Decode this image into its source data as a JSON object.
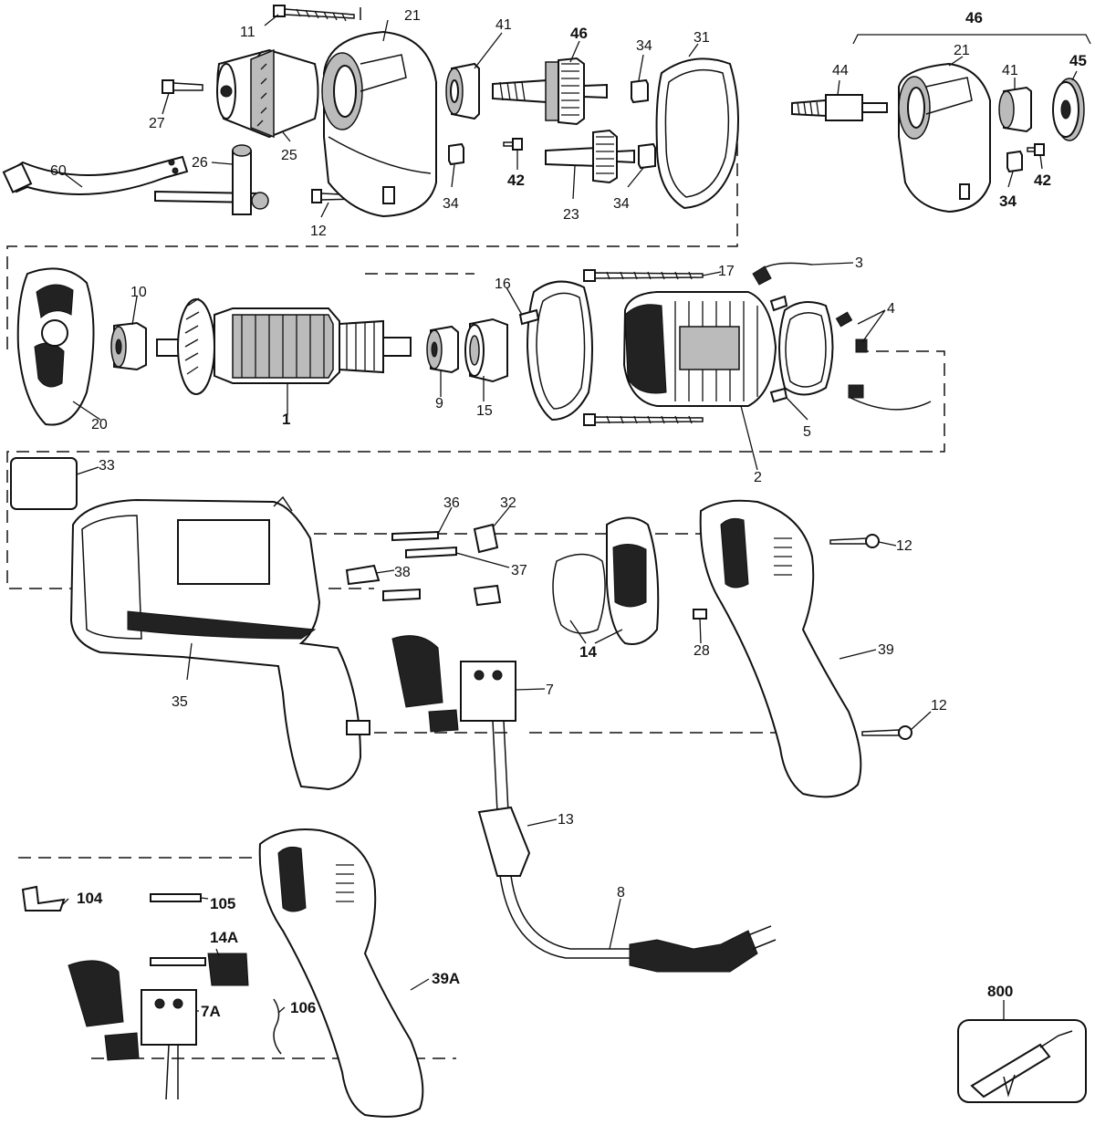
{
  "parts": {
    "p1": "1",
    "p2": "2",
    "p3": "3",
    "p4": "4",
    "p5": "5",
    "p7": "7",
    "p7a": "7A",
    "p8": "8",
    "p9": "9",
    "p10": "10",
    "p11": "11",
    "p12a": "12",
    "p12b": "12",
    "p12c": "12",
    "p13": "13",
    "p14": "14",
    "p14a": "14A",
    "p15": "15",
    "p16": "16",
    "p17": "17",
    "p20": "20",
    "p21a": "21",
    "p21b": "21",
    "p23": "23",
    "p25": "25",
    "p26": "26",
    "p27": "27",
    "p28": "28",
    "p31": "31",
    "p32": "32",
    "p33": "33",
    "p34a": "34",
    "p34b": "34",
    "p34c": "34",
    "p34d": "34",
    "p35": "35",
    "p36": "36",
    "p37": "37",
    "p38": "38",
    "p39": "39",
    "p39a": "39A",
    "p41a": "41",
    "p41b": "41",
    "p42a": "42",
    "p42b": "42",
    "p44": "44",
    "p45": "45",
    "p46a": "46",
    "p46b": "46",
    "p60": "60",
    "p104": "104",
    "p105": "105",
    "p106": "106",
    "p800": "800"
  }
}
